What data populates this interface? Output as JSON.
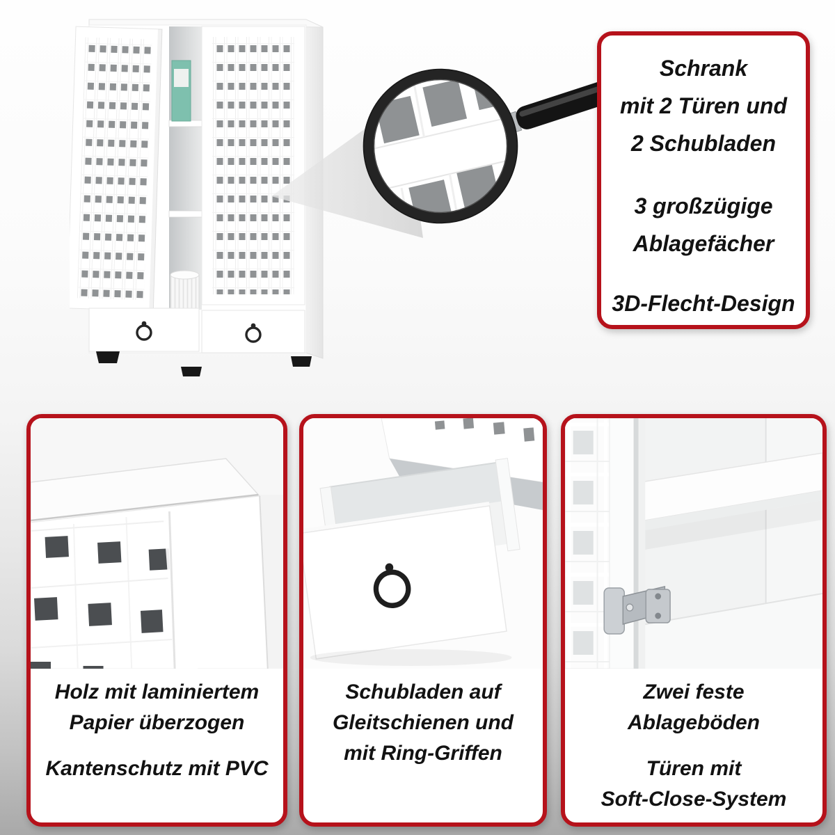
{
  "colors": {
    "accent_red": "#b6121b",
    "text_black": "#121212",
    "weave_hole_gray": "#8f9294",
    "weave_hole_dark": "#4b4e51",
    "binder_teal": "#7ec0ae",
    "hinge_silver": "#c5c9cd",
    "handle_black": "#1e1e1e"
  },
  "graphics": {
    "cabinet_photo": "cabinet-two-doors-two-drawers-photo",
    "beam": "zoom-beam",
    "magnifier": "magnifier-icon",
    "card_a_photo": "weave-closeup-photo",
    "card_b_photo": "open-drawer-photo",
    "card_c_photo": "shelf-and-hinge-photo"
  },
  "feature_box": {
    "paragraphs": [
      [
        "Schrank",
        "mit 2 Türen und",
        "2 Schubladen"
      ],
      [
        "3 großzügige",
        "Ablagefächer"
      ],
      [
        "3D-Flecht-Design"
      ]
    ]
  },
  "cards": [
    {
      "name": "material-detail",
      "paragraphs": [
        [
          "Holz mit laminiertem",
          "Papier überzogen"
        ],
        [
          "Kantenschutz mit PVC"
        ]
      ]
    },
    {
      "name": "drawer-detail",
      "paragraphs": [
        [
          "Schubladen auf",
          "Gleitschienen und",
          "mit  Ring-Griffen"
        ]
      ]
    },
    {
      "name": "shelf-detail",
      "paragraphs": [
        [
          "Zwei feste",
          "Ablageböden"
        ],
        [
          "Türen mit",
          "Soft-Close-System"
        ]
      ]
    }
  ]
}
